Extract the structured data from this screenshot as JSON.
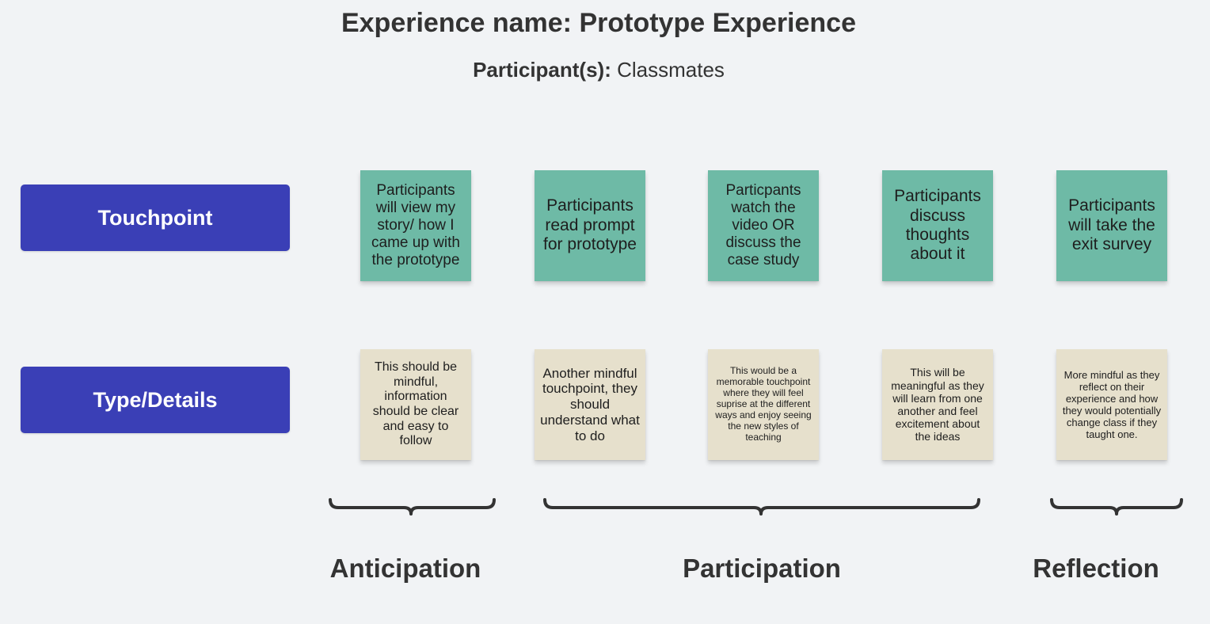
{
  "title": "Experience name: Prototype Experience",
  "participants": {
    "label": "Participant(s):",
    "value": "Classmates"
  },
  "rows": {
    "touchpoint": "Touchpoint",
    "type_details": "Type/Details"
  },
  "touchpoints": [
    "Participants will view my story/ how I came up with the prototype",
    "Participants read prompt for prototype",
    "Particpants watch the video OR discuss the case study",
    "Participants discuss thoughts about it",
    "Participants will take the exit survey"
  ],
  "details": [
    "This should be mindful, information should be clear and easy to follow",
    "Another mindful touchpoint, they should understand what to do",
    "This would be a memorable touchpoint where they will feel suprise at the different ways and enjoy seeing the new styles of teaching",
    "This will be meaningful as they will learn from one another and feel excitement about the ideas",
    "More mindful as they reflect on their experience and how they would potentially change class if they taught one."
  ],
  "phases": [
    "Anticipation",
    "Participation",
    "Reflection"
  ],
  "colors": {
    "background": "#f1f3f5",
    "row_label": "#3a3fb6",
    "touchpoint_sticky": "#6ebaa6",
    "detail_sticky": "#e6e0cc",
    "brace": "#333333"
  }
}
